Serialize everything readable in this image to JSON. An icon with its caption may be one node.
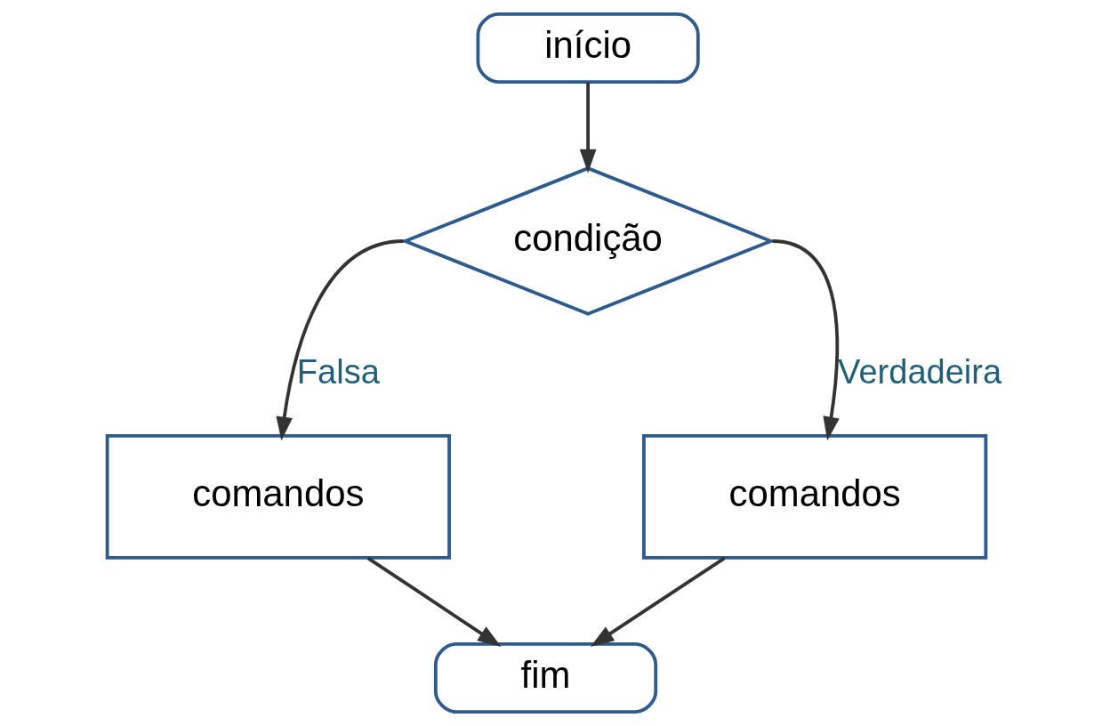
{
  "diagram": {
    "nodes": [
      {
        "text": [
          "início"
        ]
      },
      {
        "text": [
          "condição"
        ]
      },
      {
        "text": [
          "comandos"
        ]
      },
      {
        "text": [
          "comandos"
        ]
      },
      {
        "text": [
          "fim"
        ]
      }
    ],
    "edges": [
      {
        "from": 0,
        "to": 1,
        "arrow": "to"
      },
      {
        "from": 1,
        "to": 2,
        "arrow": "to",
        "label": "Falsa"
      },
      {
        "from": 1,
        "to": 3,
        "arrow": "to",
        "label": "Verdadeira"
      },
      {
        "from": 2,
        "to": 4,
        "arrow": "to"
      },
      {
        "from": 3,
        "to": 4,
        "arrow": "to"
      }
    ]
  }
}
